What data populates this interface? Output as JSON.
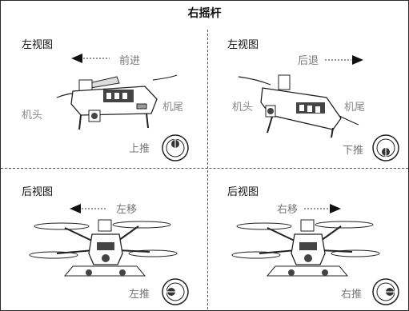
{
  "title": "右摇杆",
  "panels": {
    "top_left": {
      "view": "左视图",
      "direction": "前进",
      "front": "机头",
      "rear": "机尾",
      "action": "上推"
    },
    "top_right": {
      "view": "左视图",
      "direction": "后退",
      "front": "机头",
      "rear": "机尾",
      "action": "下推"
    },
    "bottom_left": {
      "view": "后视图",
      "direction": "左移",
      "action": "左推"
    },
    "bottom_right": {
      "view": "后视图",
      "direction": "右移",
      "action": "右推"
    }
  }
}
